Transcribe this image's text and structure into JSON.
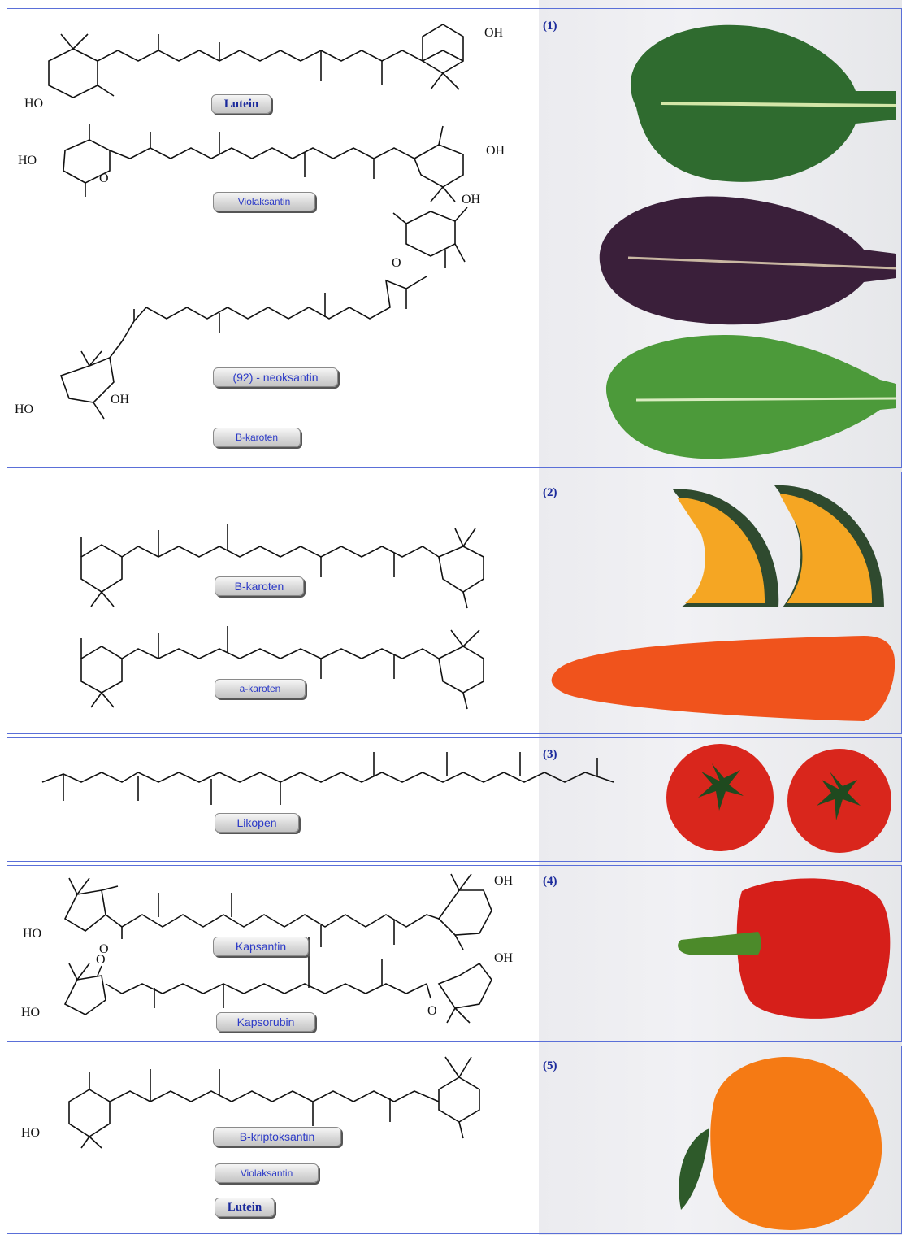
{
  "sections": [
    {
      "number": "(1)",
      "labels": [
        "Lutein",
        "Violaksantin",
        "(92) - neoksantin",
        "B-karoten"
      ]
    },
    {
      "number": "(2)",
      "labels": [
        "B-karoten",
        "a-karoten"
      ]
    },
    {
      "number": "(3)",
      "labels": [
        "Likopen"
      ]
    },
    {
      "number": "(4)",
      "labels": [
        "Kapsantin",
        "Kapsorubin"
      ]
    },
    {
      "number": "(5)",
      "labels": [
        "B-kriptoksantin",
        "Violaksantin",
        "Lutein"
      ]
    }
  ],
  "atoms": {
    "ho": "HO",
    "oh": "OH",
    "o": "O"
  },
  "colors": {
    "frame": "#5a6fd8",
    "label_text": "#2c3ac7",
    "number_text": "#1b2a9c"
  }
}
